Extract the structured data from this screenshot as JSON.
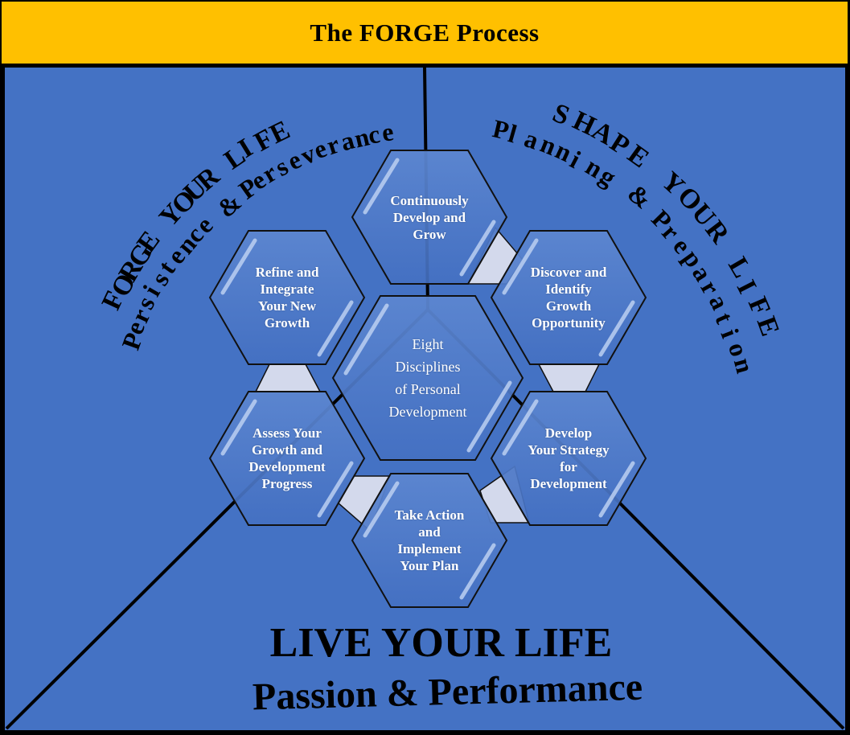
{
  "header": {
    "title": "The FORGE Process",
    "background_color": "#ffc000"
  },
  "colors": {
    "panel": "#4472c4",
    "hex_fill": "#4a76c6",
    "connector_fill": "#d3d9ec",
    "line": "#000000",
    "hex_text": "#ffffff"
  },
  "sections": {
    "forge": {
      "title": "FORGE YOUR LIFE",
      "subtitle": "Persistence & Perseverance"
    },
    "shape": {
      "title": "SHAPE YOUR LIFE",
      "subtitle": "Planning & Preparation"
    },
    "live": {
      "title": "LIVE YOUR LIFE",
      "subtitle": "Passion & Performance"
    }
  },
  "center": {
    "label": "Eight\nDisciplines\nof Personal\nDevelopment"
  },
  "steps": [
    {
      "id": "continuously-develop",
      "label": "Continuously\nDevelop and\nGrow"
    },
    {
      "id": "discover-identify",
      "label": "Discover and\nIdentify\nGrowth\nOpportunity"
    },
    {
      "id": "develop-strategy",
      "label": "Develop\nYour Strategy\nfor\nDevelopment"
    },
    {
      "id": "take-action",
      "label": "Take Action\nand\nImplement\nYour  Plan"
    },
    {
      "id": "assess-growth",
      "label": "Assess Your\nGrowth and\nDevelopment\nProgress"
    },
    {
      "id": "refine-integrate",
      "label": "Refine and\nIntegrate\nYour New\nGrowth"
    }
  ]
}
